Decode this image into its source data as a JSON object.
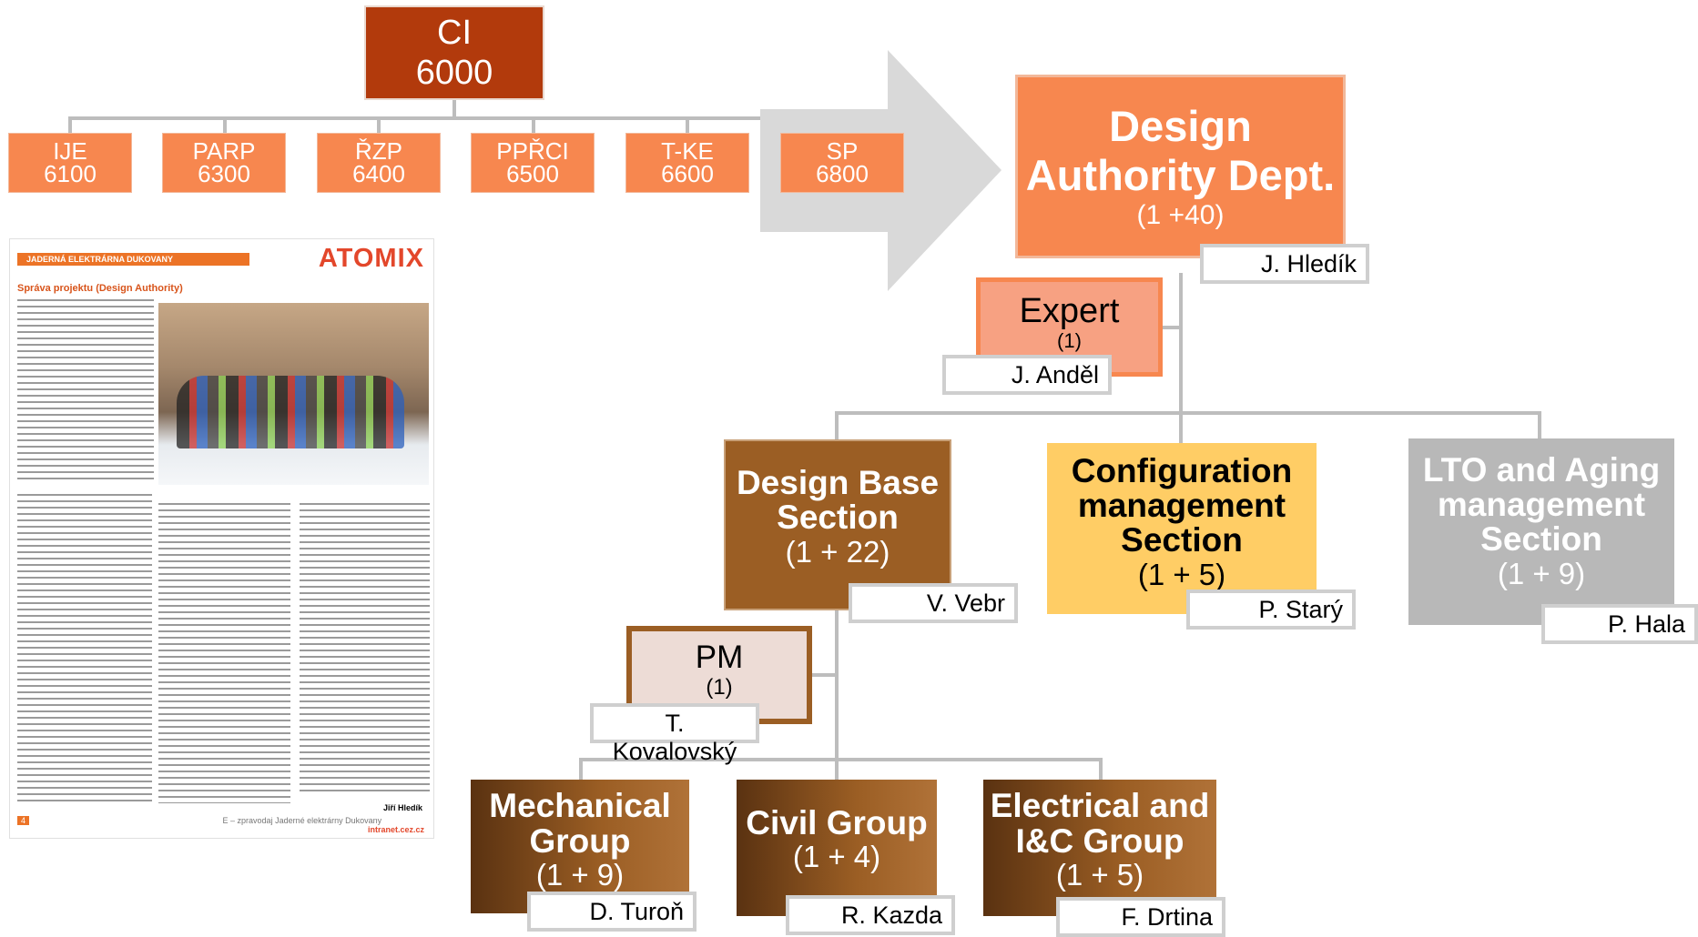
{
  "top": {
    "name": "CI",
    "code": "6000"
  },
  "units": [
    {
      "name": "IJE",
      "code": "6100"
    },
    {
      "name": "PARP",
      "code": "6300"
    },
    {
      "name": "ŘZP",
      "code": "6400"
    },
    {
      "name": "PPŘCI",
      "code": "6500"
    },
    {
      "name": "T-KE",
      "code": "6600"
    },
    {
      "name": "SP",
      "code": "6800"
    }
  ],
  "dept": {
    "title": "Design Authority Dept.",
    "count": "(1 +40)",
    "head": "J. Hledík"
  },
  "expert": {
    "title": "Expert",
    "count": "(1)",
    "head": "J. Anděl"
  },
  "sections": [
    {
      "title": "Design Base Section",
      "count": "(1 + 22)",
      "head": "V. Vebr"
    },
    {
      "title": "Configuration management Section",
      "count": "(1 + 5)",
      "head": "P. Starý"
    },
    {
      "title": "LTO and Aging management Section",
      "count": "(1 + 9)",
      "head": "P. Hala"
    }
  ],
  "pm": {
    "title": "PM",
    "count": "(1)",
    "head": "T. Kovalovský"
  },
  "groups": [
    {
      "title": "Mechanical Group",
      "count": "(1 + 9)",
      "head": "D. Turoň"
    },
    {
      "title": "Civil Group",
      "count": "(1 + 4)",
      "head": "R. Kazda"
    },
    {
      "title": "Electrical and I&C Group",
      "count": "(1 + 5)",
      "head": "F. Drtina"
    }
  ],
  "article": {
    "header": "JADERNÁ ELEKTRÁRNA DUKOVANY",
    "logo": "ATOMIX",
    "title": "Správa projektu (Design Authority)",
    "author": "Jiří Hledík",
    "page": "4",
    "footer": "E – zpravodaj Jaderné elektrárny Dukovany",
    "site": "intranet.cez.cz"
  },
  "colors": {
    "ci": "#b23a0c",
    "unit": "#f7874f",
    "design_base": "#9b5e24",
    "configuration": "#ffcd65",
    "lto": "#b8b8b8",
    "groups": "#7a4719",
    "connector": "#bdbdbd"
  }
}
